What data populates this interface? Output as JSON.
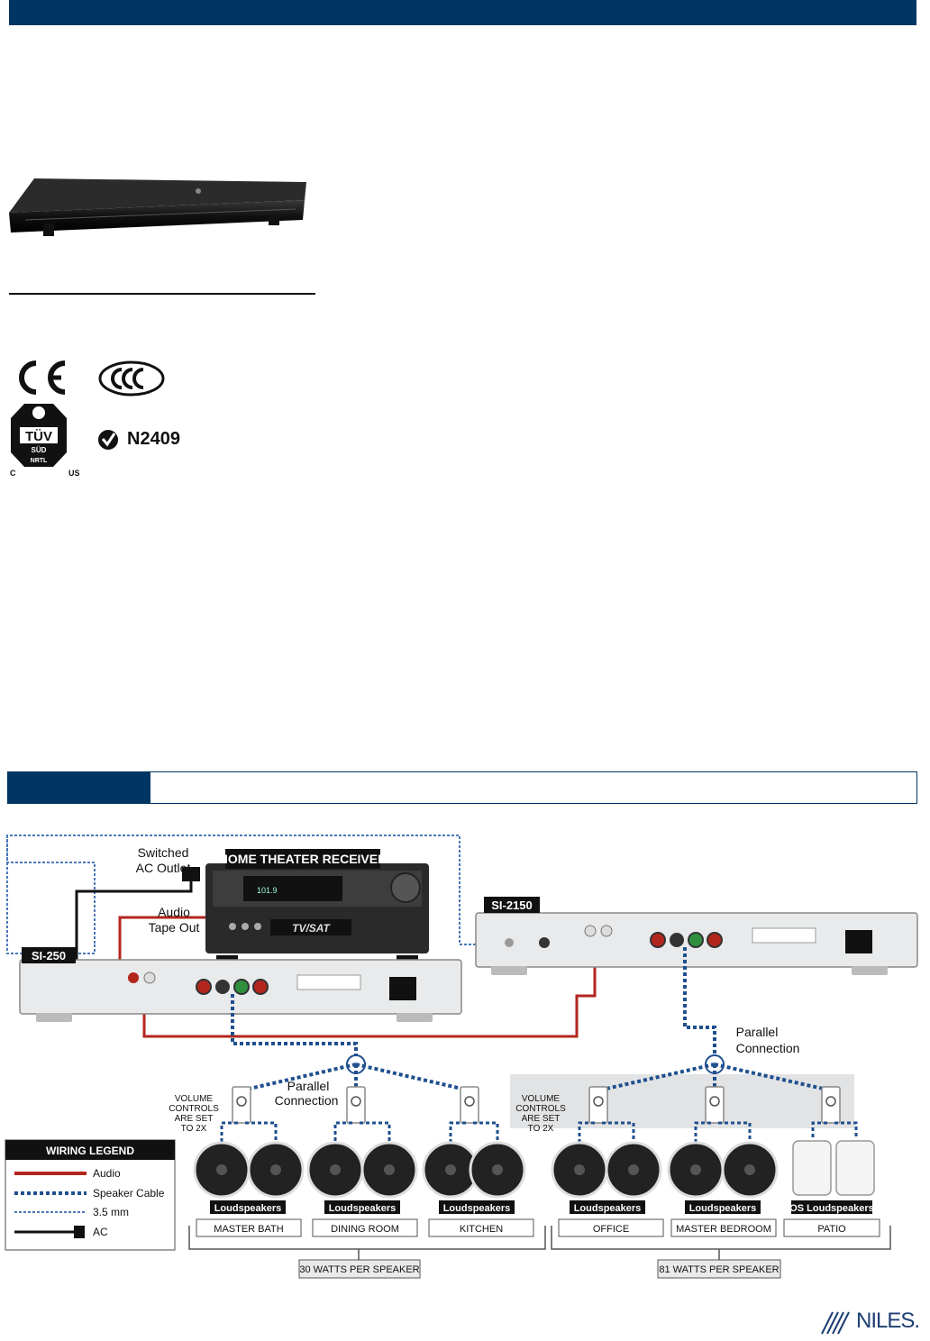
{
  "diagram": {
    "labels": {
      "switched_ac_outlet_line1": "Switched",
      "switched_ac_outlet_line2": "AC Outlet",
      "receiver": "HOME THEATER RECEIVER",
      "receiver_display": "101.9",
      "receiver_input": "TV/SAT",
      "audio_tape_out_line1": "Audio",
      "audio_tape_out_line2": "Tape Out",
      "amp_left": "SI-250",
      "amp_right": "SI-2150",
      "parallel_left_line1": "Parallel",
      "parallel_left_line2": "Connection",
      "parallel_right_line1": "Parallel",
      "parallel_right_line2": "Connection",
      "volume_left": [
        "VOLUME",
        "CONTROLS",
        "ARE SET",
        "TO 2X"
      ],
      "volume_right": [
        "VOLUME",
        "CONTROLS",
        "ARE SET",
        "TO 2X"
      ]
    },
    "zones": [
      {
        "tag": "Loudspeakers",
        "room": "MASTER BATH"
      },
      {
        "tag": "Loudspeakers",
        "room": "DINING ROOM"
      },
      {
        "tag": "Loudspeakers",
        "room": "KITCHEN"
      },
      {
        "tag": "Loudspeakers",
        "room": "OFFICE"
      },
      {
        "tag": "Loudspeakers",
        "room": "MASTER BEDROOM"
      },
      {
        "tag": "OS Loudspeakers",
        "room": "PATIO"
      }
    ],
    "watts_left": "30 WATTS PER SPEAKER",
    "watts_right": "81 WATTS PER SPEAKER",
    "legend": {
      "title": "WIRING LEGEND",
      "items": [
        {
          "label": "Audio",
          "line": "audio"
        },
        {
          "label": "Speaker Cable",
          "line": "speaker"
        },
        {
          "label": "3.5 mm",
          "line": "minijack"
        },
        {
          "label": "AC",
          "line": "ac"
        }
      ]
    }
  },
  "certifications": {
    "ce": "CE",
    "ccc": "CCC",
    "tuv": "TÜV",
    "tuv_sub": "SÜD",
    "tuv_nrtl": "NRTL",
    "tuv_c": "C",
    "tuv_us": "US",
    "n2409": "N2409"
  },
  "brand": {
    "logo_text": "NILES."
  },
  "colors": {
    "brand_navy": "#003564",
    "audio_wire": "#b3261e",
    "speaker_wire": "#1f4f8f",
    "device_silver": "#e9eaeb"
  }
}
